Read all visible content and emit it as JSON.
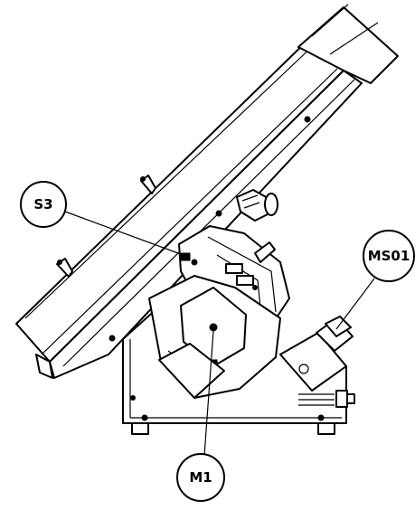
{
  "callouts": {
    "s3": {
      "label": "S3"
    },
    "ms01": {
      "label": "MS01"
    },
    "m1": {
      "label": "M1"
    }
  },
  "colors": {
    "line": "#000000",
    "background": "#ffffff"
  }
}
